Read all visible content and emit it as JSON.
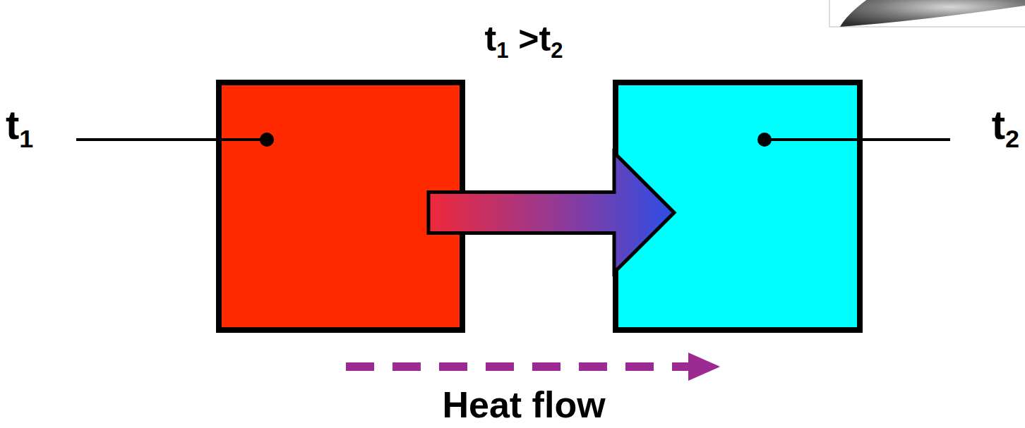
{
  "diagram": {
    "title": "t1 >t2",
    "nodes": [
      {
        "text": [
          "t1"
        ]
      },
      {
        "text": [
          "t2"
        ]
      }
    ],
    "edges": [
      {
        "from": 0,
        "to": 1,
        "arrow": "to"
      }
    ],
    "labels": [
      "Heat flow"
    ]
  }
}
